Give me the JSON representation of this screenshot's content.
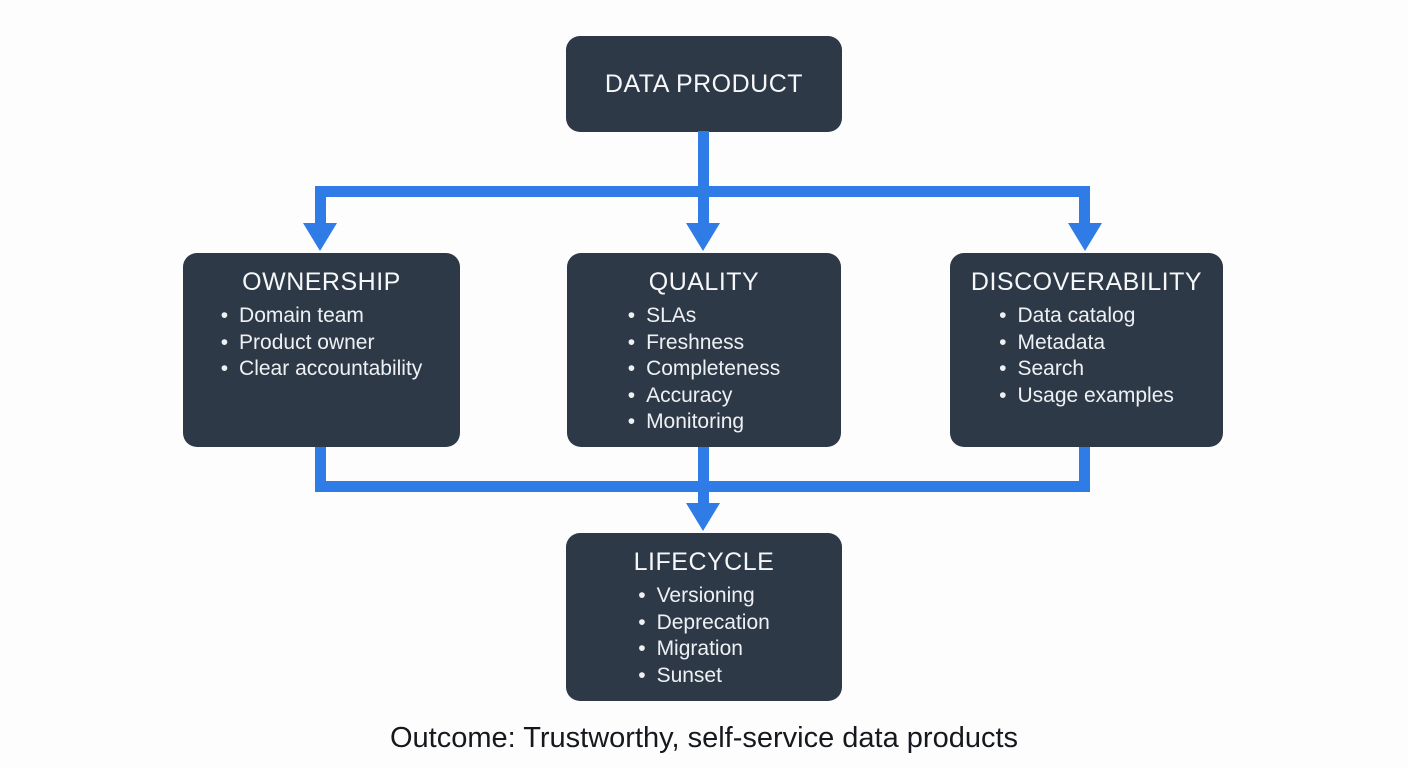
{
  "diagram": {
    "root": {
      "title": "DATA PRODUCT"
    },
    "branches": [
      {
        "title": "OWNERSHIP",
        "items": [
          "Domain team",
          "Product owner",
          "Clear accountability"
        ]
      },
      {
        "title": "QUALITY",
        "items": [
          "SLAs",
          "Freshness",
          "Completeness",
          "Accuracy",
          "Monitoring"
        ]
      },
      {
        "title": "DISCOVERABILITY",
        "items": [
          "Data catalog",
          "Metadata",
          "Search",
          "Usage examples"
        ]
      }
    ],
    "sink": {
      "title": "LIFECYCLE",
      "items": [
        "Versioning",
        "Deprecation",
        "Migration",
        "Sunset"
      ]
    },
    "outcome_text": "Outcome: Trustworthy, self-service data products",
    "colors": {
      "box_background": "#2e3947",
      "box_text": "#f2f4f7",
      "arrow": "#2f7ce6",
      "page_background": "#fdfdfd",
      "outcome_text_color": "#15181c"
    }
  }
}
